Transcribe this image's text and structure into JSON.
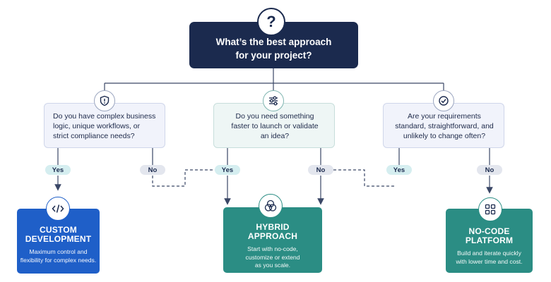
{
  "header": {
    "help_symbol": "?",
    "title_line1": "What’s the best approach",
    "title_line2": "for your project?"
  },
  "questions": [
    {
      "icon": "shield-icon",
      "lines": [
        "Do you have complex business",
        "logic, unique workflows, or",
        "strict compliance needs?"
      ],
      "yes_label": "Yes",
      "no_label": "No"
    },
    {
      "icon": "sliders-icon",
      "lines": [
        "Do you need something",
        "faster to launch or validate",
        "an idea?"
      ],
      "yes_label": "Yes",
      "no_label": "No"
    },
    {
      "icon": "check-circle-icon",
      "lines": [
        "Are your requirements",
        "standard, straightforward, and",
        "unlikely to change often?"
      ],
      "yes_label": "Yes",
      "no_label": "No"
    }
  ],
  "results": [
    {
      "icon": "code-icon",
      "title_lines": [
        "CUSTOM",
        "DEVELOPMENT"
      ],
      "desc_lines": [
        "Maximum control and",
        "flexibility for complex needs."
      ]
    },
    {
      "icon": "overlapping-circles-icon",
      "title_lines": [
        "HYBRID",
        "APPROACH"
      ],
      "desc_lines": [
        "Start with no-code,",
        "customize or extend",
        "as you scale."
      ]
    },
    {
      "icon": "grid-icon",
      "title_lines": [
        "NO-CODE",
        "PLATFORM"
      ],
      "desc_lines": [
        "Build and iterate quickly",
        "with lower time and cost."
      ]
    }
  ],
  "colors": {
    "navy": "#1b2a4e",
    "blue": "#1f5fc8",
    "teal": "#2b8d84",
    "question_bg": "#f1f3fb",
    "yes_pill": "#d5eef0",
    "no_pill": "#e3e6ee"
  }
}
